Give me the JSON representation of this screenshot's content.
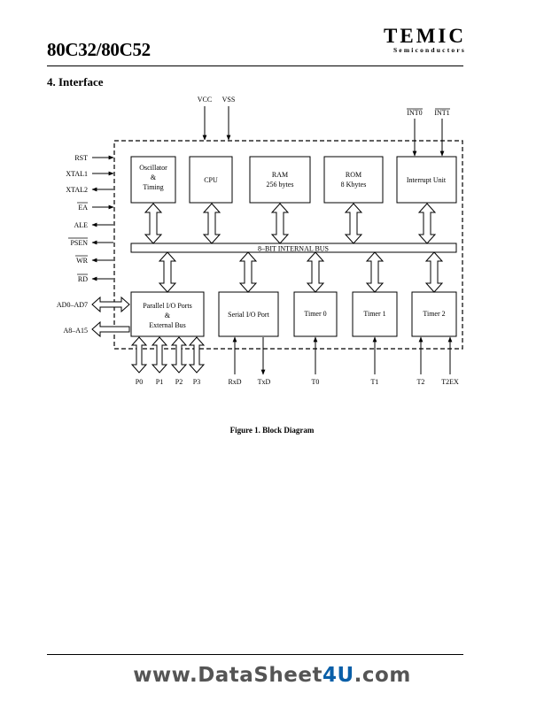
{
  "header": {
    "doc_title": "80C32/80C52",
    "brand_name": "TEMIC",
    "brand_sub": "Semiconductors"
  },
  "section": {
    "heading": "4. Interface"
  },
  "diagram": {
    "bus_label": "8–BIT INTERNAL BUS",
    "supply_pins": [
      "VCC",
      "VSS"
    ],
    "interrupt_pins": [
      "INT0",
      "INT1"
    ],
    "left_pins": [
      "RST",
      "XTAL1",
      "XTAL2",
      "EA",
      "ALE",
      "PSEN",
      "WR",
      "RD"
    ],
    "overlined_pins": [
      "EA",
      "PSEN",
      "WR",
      "RD",
      "INT0",
      "INT1"
    ],
    "address_pins": [
      "AD0–AD7",
      "A8–A15"
    ],
    "top_blocks": [
      {
        "id": "osc",
        "lines": [
          "Oscillator",
          "&",
          "Timing"
        ]
      },
      {
        "id": "cpu",
        "lines": [
          "CPU"
        ]
      },
      {
        "id": "ram",
        "lines": [
          "RAM",
          "256 bytes"
        ]
      },
      {
        "id": "rom",
        "lines": [
          "ROM",
          "8 Kbytes"
        ]
      },
      {
        "id": "int",
        "lines": [
          "Interrupt Unit"
        ]
      }
    ],
    "bottom_blocks": [
      {
        "id": "pio",
        "lines": [
          "Parallel I/O Ports",
          "&",
          "External Bus"
        ]
      },
      {
        "id": "sio",
        "lines": [
          "Serial I/O Port"
        ]
      },
      {
        "id": "t0",
        "lines": [
          "Timer 0"
        ]
      },
      {
        "id": "t1",
        "lines": [
          "Timer 1"
        ]
      },
      {
        "id": "t2",
        "lines": [
          "Timer 2"
        ]
      }
    ],
    "bottom_pins": [
      "P0",
      "P1",
      "P2",
      "P3",
      "RxD",
      "TxD",
      "T0",
      "T1",
      "T2",
      "T2EX"
    ]
  },
  "caption": "Figure 1. Block Diagram",
  "watermark": {
    "prefix": "www.DataSheet",
    "accent": "4U",
    "suffix": ".com",
    "accent_color": "#0a5fa8"
  }
}
